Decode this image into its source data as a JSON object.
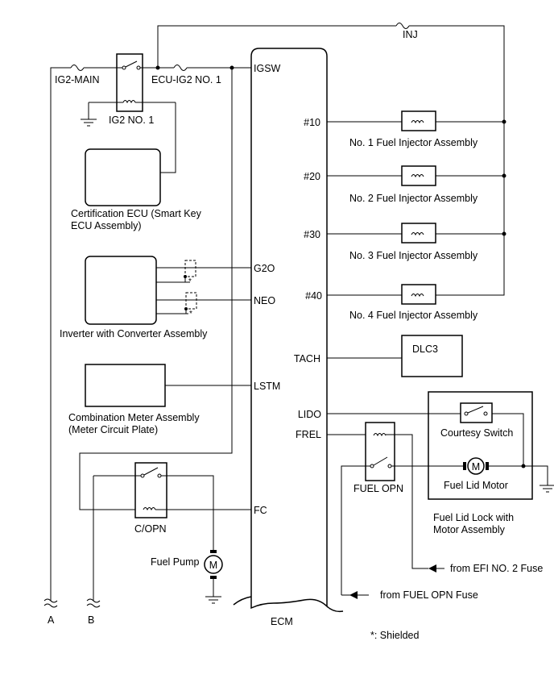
{
  "labels": {
    "ig2_main": "IG2-MAIN",
    "ecu_ig2": "ECU-IG2 NO. 1",
    "ig2_no1": "IG2 NO. 1",
    "inj": "INJ",
    "cert_ecu_1": "Certification ECU (Smart Key",
    "cert_ecu_2": "ECU Assembly)",
    "inverter": "Inverter with Converter Assembly",
    "meter_1": "Combination Meter Assembly",
    "meter_2": "(Meter Circuit Plate)",
    "copn": "C/OPN",
    "fuel_pump": "Fuel Pump",
    "ecm": "ECM",
    "igsw": "IGSW",
    "p10": "#10",
    "p20": "#20",
    "p30": "#30",
    "p40": "#40",
    "g2o": "G2O",
    "neo": "NEO",
    "tach": "TACH",
    "lstm": "LSTM",
    "lido": "LIDO",
    "frel": "FREL",
    "fc": "FC",
    "inj1": "No. 1 Fuel Injector Assembly",
    "inj2": "No. 2 Fuel Injector Assembly",
    "inj3": "No. 3 Fuel Injector Assembly",
    "inj4": "No. 4 Fuel Injector Assembly",
    "dlc3": "DLC3",
    "courtesy": "Courtesy Switch",
    "lid_motor": "Fuel Lid Motor",
    "lid_lock_1": "Fuel Lid Lock with",
    "lid_lock_2": "Motor Assembly",
    "fuel_opn": "FUEL OPN",
    "from_efi": "from EFI NO. 2 Fuse",
    "from_fuel_opn": "from FUEL OPN Fuse",
    "term_a": "A",
    "term_b": "B",
    "star1": "*",
    "star2": "*",
    "motor_sym": "M",
    "motor_sym2": "M",
    "shielded": "*: Shielded"
  }
}
